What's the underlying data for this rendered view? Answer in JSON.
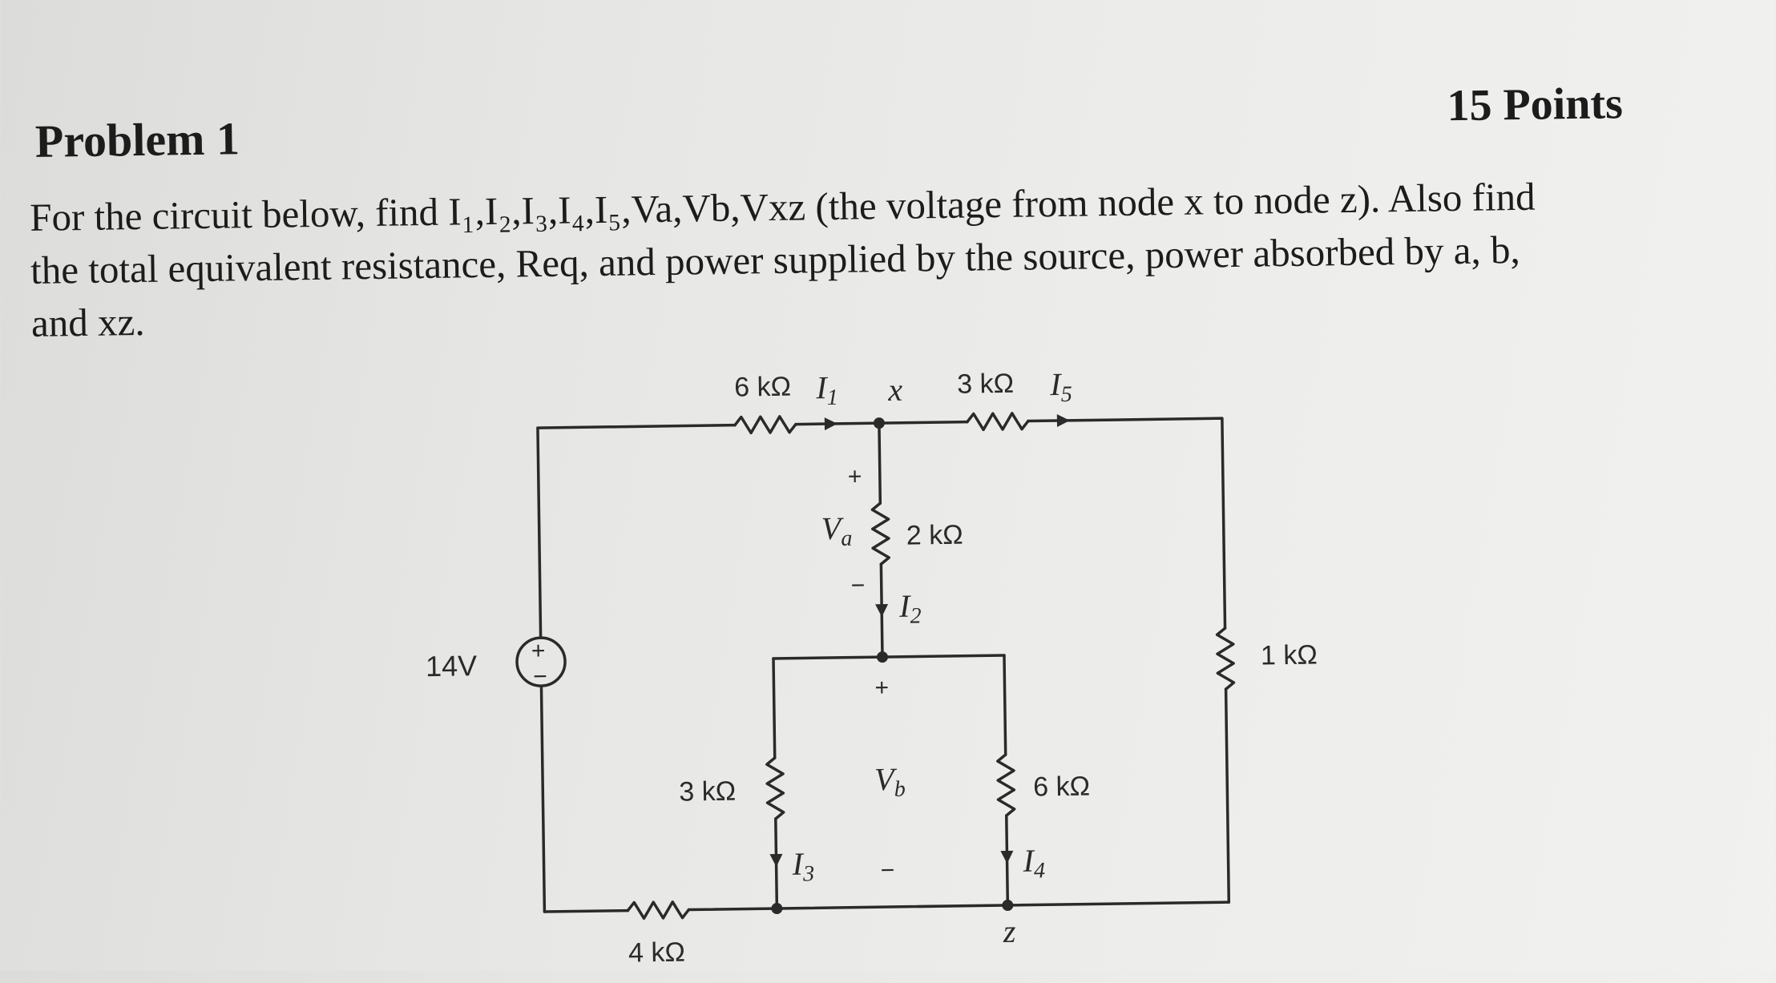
{
  "header": {
    "title": "Problem 1",
    "points": "15 Points"
  },
  "problem_text": {
    "line1": "For the circuit below, find I₁,I₂,I₃,I₄,I₅,Va,Vb,Vxz (the voltage from node x to node z). Also find",
    "line2": "the total equivalent resistance, Req, and power supplied by the source, power absorbed by a, b,",
    "line3": "and xz."
  },
  "circuit": {
    "source": {
      "label": "14V",
      "plus": "+",
      "minus": "−"
    },
    "r_top_left": "6 kΩ",
    "r_top_right": "3 kΩ",
    "r_middle": "2 kΩ",
    "r_right": "1 kΩ",
    "r_lower_left": "3 kΩ",
    "r_lower_right": "6 kΩ",
    "r_bottom": "4 kΩ",
    "currents": {
      "i1": {
        "letter": "I",
        "sub": "1"
      },
      "i2": {
        "letter": "I",
        "sub": "2"
      },
      "i3": {
        "letter": "I",
        "sub": "3"
      },
      "i4": {
        "letter": "I",
        "sub": "4"
      },
      "i5": {
        "letter": "I",
        "sub": "5"
      }
    },
    "node_x": "x",
    "node_z": "z",
    "va": {
      "letter": "V",
      "sub": "a",
      "plus": "+",
      "minus": "−"
    },
    "vb": {
      "letter": "V",
      "sub": "b",
      "plus": "+",
      "minus": "−"
    }
  }
}
